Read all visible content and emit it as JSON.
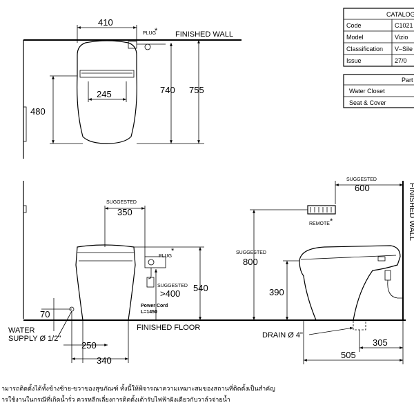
{
  "labels": {
    "finished_wall_top": "FINISHED WALL",
    "finished_wall_side": "FINISHED WALL",
    "finished_floor": "FINISHED FLOOR",
    "plug_top": "PLUG",
    "plug_front": "PLUG",
    "asterisk": "*",
    "suggested_350": "SUGGESTED",
    "suggested_400": "SUGGESTED",
    "suggested_800": "SUGGESTED",
    "suggested_600": "SUGGESTED",
    "remote": "REMOTE",
    "power_cord": "Power Cord",
    "power_cord_length": "L=1450",
    "water_supply_line1": "WATER",
    "water_supply_line2": "SUPPLY Ø 1/2\"",
    "drain": "DRAIN Ø 4\""
  },
  "dimensions": {
    "top_width": "410",
    "top_inner": "245",
    "top_depth_480": "480",
    "top_depth_740": "740",
    "top_depth_755": "755",
    "front_350": "350",
    "front_400": ">400",
    "front_540": "540",
    "front_70": "70",
    "front_250": "250",
    "front_340": "340",
    "side_600": "600",
    "side_800": "800",
    "side_390": "390",
    "side_505": "505",
    "side_305": "305"
  },
  "catalog": {
    "header": "CATALOG",
    "rows": [
      {
        "label": "Code",
        "value": "C1021"
      },
      {
        "label": "Model",
        "value": "Vizio"
      },
      {
        "label": "Classification",
        "value": "V–Sile"
      },
      {
        "label": "Issue",
        "value": "27/0"
      }
    ]
  },
  "parts": {
    "header": "Part",
    "rows": [
      "Water Closet",
      "Seat & Cover"
    ]
  },
  "notes": [
    "ามารถติดตั้งได้ทั้งข้างซ้าย-ขวาของสุขภัณฑ์ ทั้งนี้ให้พิจารณาความเหมาะสมของสถานที่ติดตั้งเป็นสำคัญ",
    "ารใช้งานในกรณีที่เกิดน้ำรั่ว ควรหลีกเลี่ยงการติดตั้งเต้ารับไฟฟ้าฝังเดียวกับวาล์วจ่ายน้ำ"
  ]
}
